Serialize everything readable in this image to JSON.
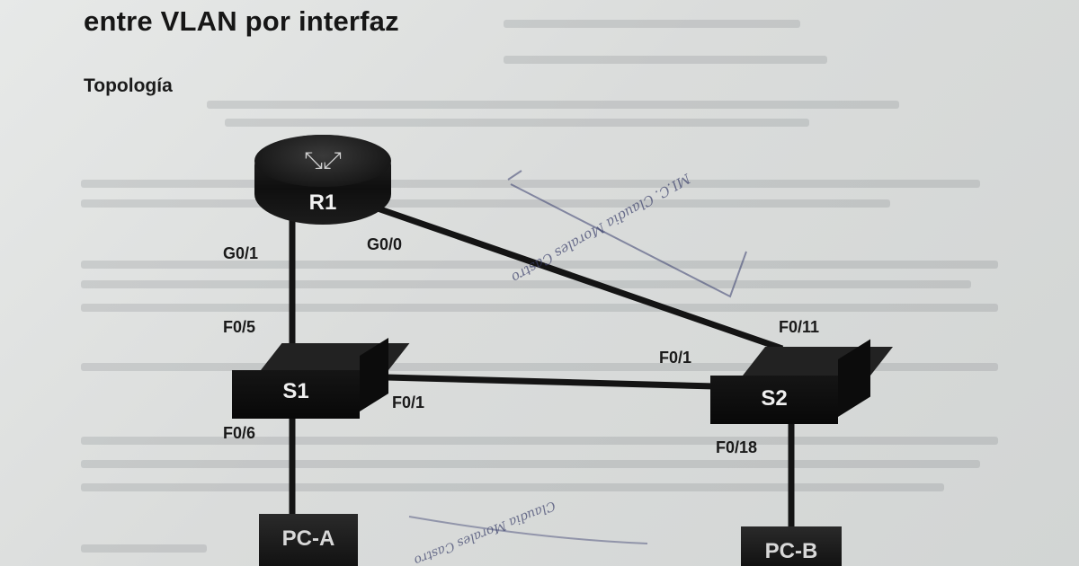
{
  "document": {
    "title": "entre VLAN por interfaz",
    "section": "Topología"
  },
  "devices": {
    "router": "R1",
    "switch_1": "S1",
    "switch_2": "S2",
    "pc_a": "PC-A",
    "pc_b": "PC-B"
  },
  "ports": {
    "r1_g01": "G0/1",
    "r1_g00": "G0/0",
    "s1_f05": "F0/5",
    "s1_f01": "F0/1",
    "s1_f06": "F0/6",
    "s2_f011": "F0/11",
    "s2_f01": "F0/1",
    "s2_f018": "F0/18"
  },
  "stamps": {
    "top": "MI.C. Claudia Morales Castro",
    "bottom": "Claudia Morales Castro"
  }
}
